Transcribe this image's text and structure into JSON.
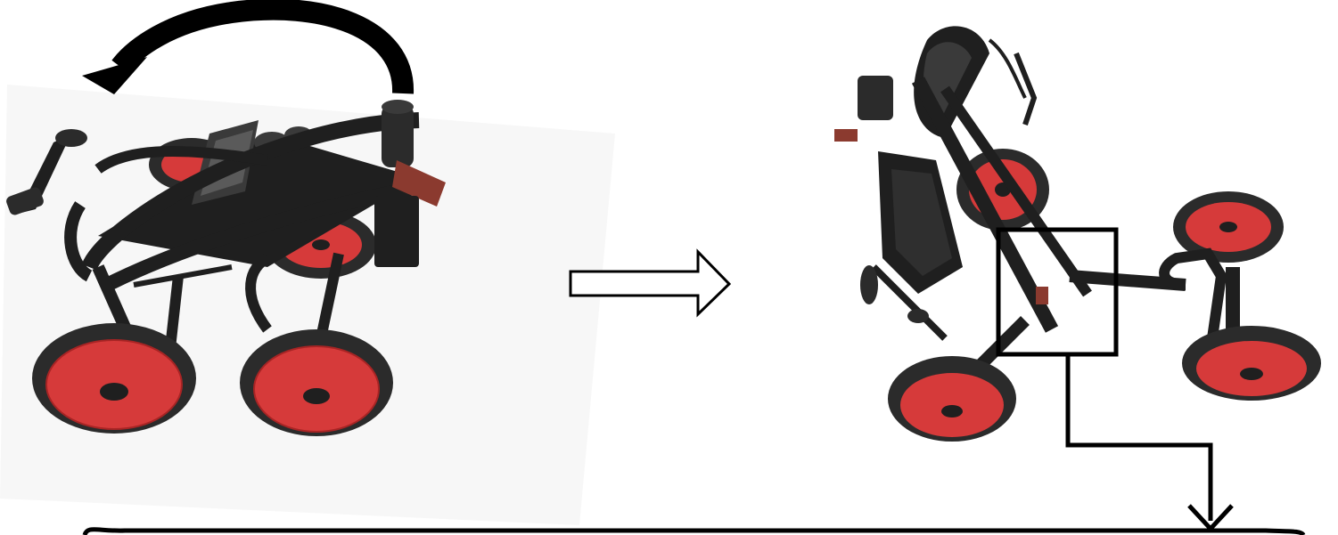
{
  "figure": {
    "background": "#ffffff",
    "ink": "#000000",
    "wheel_rim_color": "#d63a3a",
    "tire_color": "#2b2b2b",
    "frame_color": "#1f1f1f",
    "latch_color": "#8b3a2f"
  },
  "steps": [
    {
      "name": "folded-trolley",
      "icon": "rotate-arrow-icon"
    },
    {
      "name": "unfolding-trolley",
      "icon": "detail-box-icon"
    }
  ],
  "connectors": [
    {
      "name": "step-arrow",
      "icon": "hollow-right-arrow-icon"
    },
    {
      "name": "callout-arrow",
      "icon": "elbow-down-arrow-icon"
    }
  ]
}
